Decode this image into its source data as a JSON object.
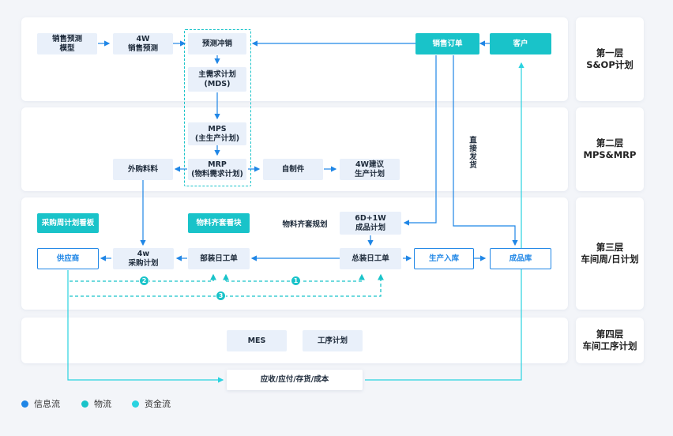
{
  "layers": [
    {
      "line1": "第一层",
      "line2": "S&OP计划"
    },
    {
      "line1": "第二层",
      "line2": "MPS&MRP"
    },
    {
      "line1": "第三层",
      "line2": "车间周/日计划"
    },
    {
      "line1": "第四层",
      "line2": "车间工序计划"
    }
  ],
  "nodes": {
    "sales_forecast_model": "销售预测\n模型",
    "w4_sales_forecast": "4W\n销售预测",
    "forecast_offset": "预测冲销",
    "master_demand_plan": "主需求计划\n(MDS)",
    "mps": "MPS\n(主生产计划)",
    "mrp": "MRP\n(物料需求计划)",
    "sales_order": "销售订单",
    "customer": "客户",
    "outsourced_material": "外购料料",
    "self_made": "自制件",
    "w4_suggested_plan": "4W建议\n生产计划",
    "purchase_weekly_board": "采购周计划看板",
    "material_kit_block": "物料齐套看块",
    "material_kit_planning": "物料齐套规划",
    "d6w1_finished_plan": "6D+1W\n成品计划",
    "supplier": "供应商",
    "w4_purchase_plan": "4w\n采购计划",
    "component_daily_order": "部装日工单",
    "final_assembly_daily_order": "总装日工单",
    "production_inbound": "生产入库",
    "finished_goods_warehouse": "成品库",
    "mes": "MES",
    "process_plan": "工序计划",
    "finance": "应收/应付/存货/成本",
    "direct_shipping": "直接发货"
  },
  "badges": [
    "1",
    "2",
    "3"
  ],
  "legend": [
    {
      "label": "信息流",
      "color": "#1f86e6"
    },
    {
      "label": "物流",
      "color": "#19c3c9"
    },
    {
      "label": "资金流",
      "color": "#2ad3e0"
    }
  ],
  "colors": {
    "info_flow": "#1f86e6",
    "logistics": "#19c3c9",
    "funds": "#2ad3e0"
  }
}
